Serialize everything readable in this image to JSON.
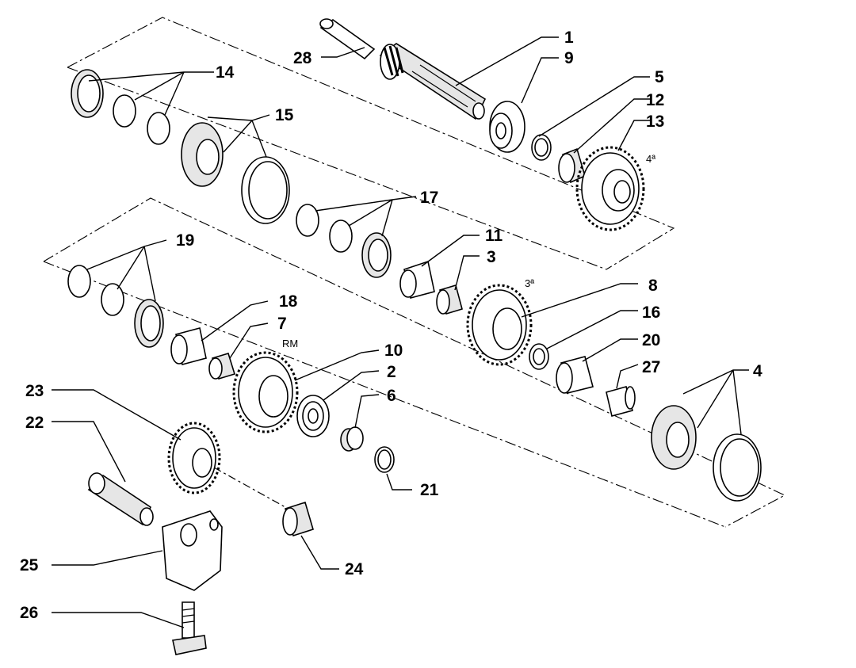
{
  "callouts": [
    "1",
    "2",
    "3",
    "4",
    "5",
    "6",
    "7",
    "8",
    "9",
    "10",
    "11",
    "12",
    "13",
    "14",
    "15",
    "16",
    "17",
    "18",
    "19",
    "20",
    "21",
    "22",
    "23",
    "24",
    "25",
    "26",
    "27",
    "28"
  ],
  "gear_labels": {
    "fourth": "4ª",
    "third": "3ª",
    "reverse": "RM"
  }
}
